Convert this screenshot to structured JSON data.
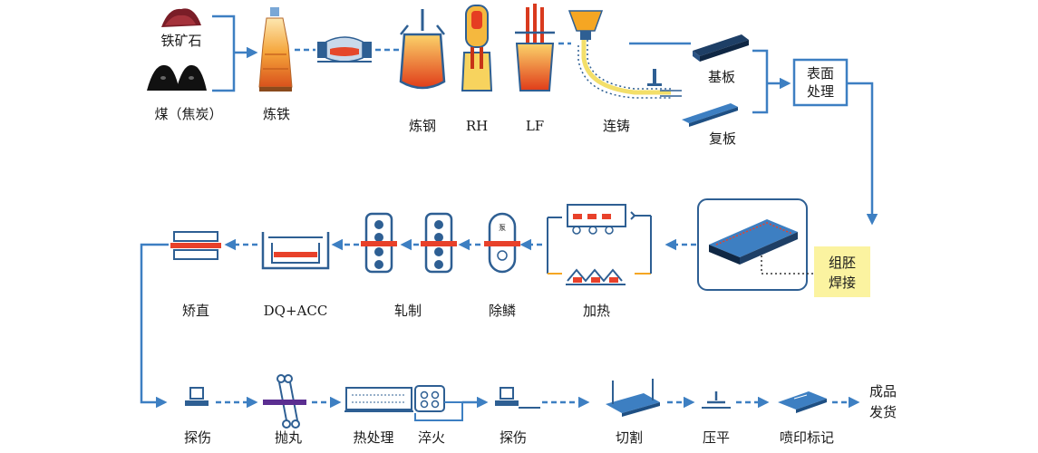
{
  "raw_materials": {
    "iron_ore": "铁矿石",
    "coal": "煤（焦炭）"
  },
  "row1": {
    "ironmaking": "炼铁",
    "steelmaking": "炼钢",
    "rh": "RH",
    "lf": "LF",
    "casting": "连铸",
    "base_plate": "基板",
    "clad_plate": "复板",
    "surface_treatment_1": "表面",
    "surface_treatment_2": "处理"
  },
  "row2": {
    "assembly_1": "组胚",
    "assembly_2": "焊接",
    "heating": "加热",
    "descaling": "除鳞",
    "rolling": "轧制",
    "dq_acc": "DQ+ACC",
    "straightening": "矫直"
  },
  "row3": {
    "inspection_1": "探伤",
    "shot_blast": "抛丸",
    "heat_treatment": "热处理",
    "quenching": "淬火",
    "inspection_2": "探伤",
    "cutting": "切割",
    "flattening": "压平",
    "marking": "喷印标记",
    "finished_1": "成品",
    "finished_2": "发货"
  },
  "colors": {
    "flow_line": "#3d7fc2",
    "equipment": "#2e5f93",
    "steel_hot": "#e8412a",
    "steel_orange": "#f5a623",
    "highlight_box": "#fbf3a0",
    "inner_hot": "#d73b1f"
  }
}
